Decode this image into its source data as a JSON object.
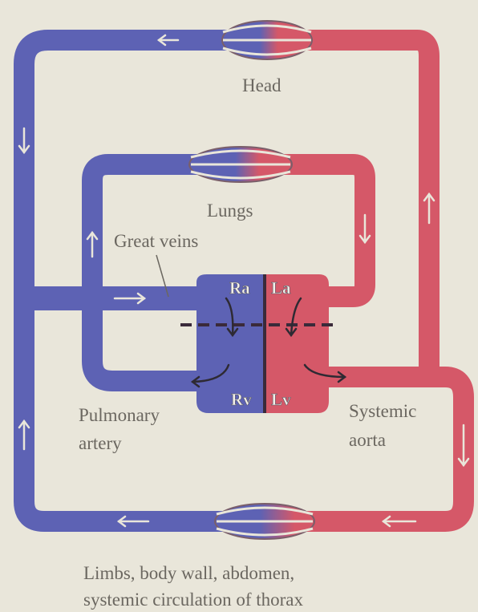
{
  "labels": {
    "head": "Head",
    "lungs": "Lungs",
    "great_veins": "Great veins",
    "pulmonary_artery_1": "Pulmonary",
    "pulmonary_artery_2": "artery",
    "systemic_aorta_1": "Systemic",
    "systemic_aorta_2": "aorta",
    "body_1": "Limbs, body wall, abdomen,",
    "body_2": "systemic circulation of thorax"
  },
  "chambers": {
    "ra": "Ra",
    "la": "La",
    "rv": "Rv",
    "lv": "Lv"
  },
  "colors": {
    "deoxygenated": "#5d62b4",
    "oxygenated": "#d55868",
    "background": "#e9e6da",
    "text": "#6b6760"
  }
}
